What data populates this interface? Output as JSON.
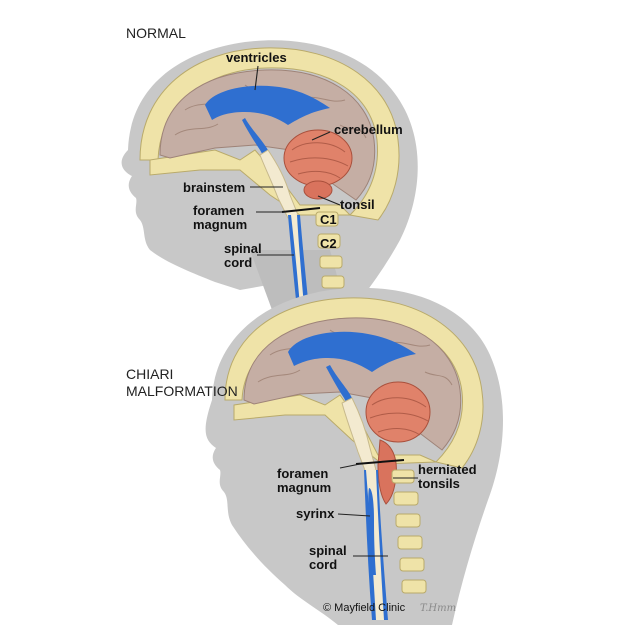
{
  "titles": {
    "normal": "NORMAL",
    "chiari_line1": "CHIARI",
    "chiari_line2": "MALFORMATION"
  },
  "labels_normal": {
    "ventricles": "ventricles",
    "cerebellum": "cerebellum",
    "brainstem": "brainstem",
    "tonsil": "tonsil",
    "foramen_1": "foramen",
    "foramen_2": "magnum",
    "c1": "C1",
    "c2": "C2",
    "spinal_1": "spinal",
    "spinal_2": "cord"
  },
  "labels_chiari": {
    "foramen_1": "foramen",
    "foramen_2": "magnum",
    "herniated_1": "herniated",
    "herniated_2": "tonsils",
    "syrinx": "syrinx",
    "spinal_1": "spinal",
    "spinal_2": "cord"
  },
  "credit": "© Mayfield Clinic",
  "signature": "T.Hmm",
  "colors": {
    "head": "#c8c8c8",
    "skull": "#efe3a8",
    "brain": "#c5aea4",
    "csf": "#2f6fd0",
    "cerebellum": "#e0826a",
    "spine": "#f3ead0"
  }
}
